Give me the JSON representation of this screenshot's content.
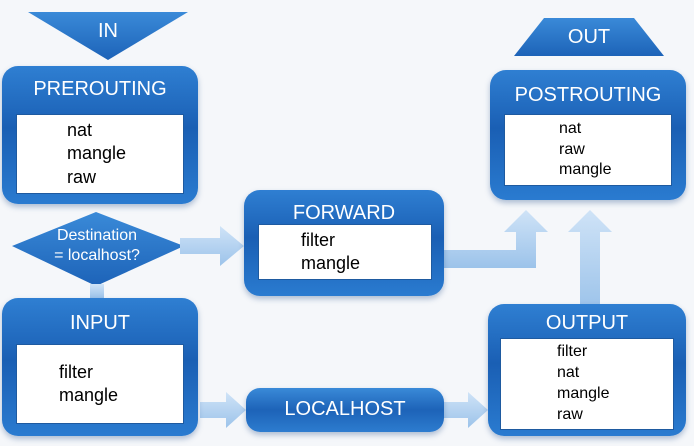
{
  "in_label": "IN",
  "out_label": "OUT",
  "decision": {
    "line1": "Destination",
    "line2": "= localhost?"
  },
  "nodes": {
    "prerouting": {
      "title": "PREROUTING",
      "items": [
        "nat",
        "mangle",
        "raw"
      ]
    },
    "forward": {
      "title": "FORWARD",
      "items": [
        "filter",
        "mangle"
      ]
    },
    "postrouting": {
      "title": "POSTROUTING",
      "items": [
        "nat",
        "raw",
        "mangle"
      ]
    },
    "input": {
      "title": "INPUT",
      "items": [
        "filter",
        "mangle"
      ]
    },
    "output": {
      "title": "OUTPUT",
      "items": [
        "filter",
        "nat",
        "mangle",
        "raw"
      ]
    }
  },
  "localhost_label": "LOCALHOST",
  "colors": {
    "node_blue": "#1a5fb4",
    "arrow_blue": "#a8ccee"
  }
}
